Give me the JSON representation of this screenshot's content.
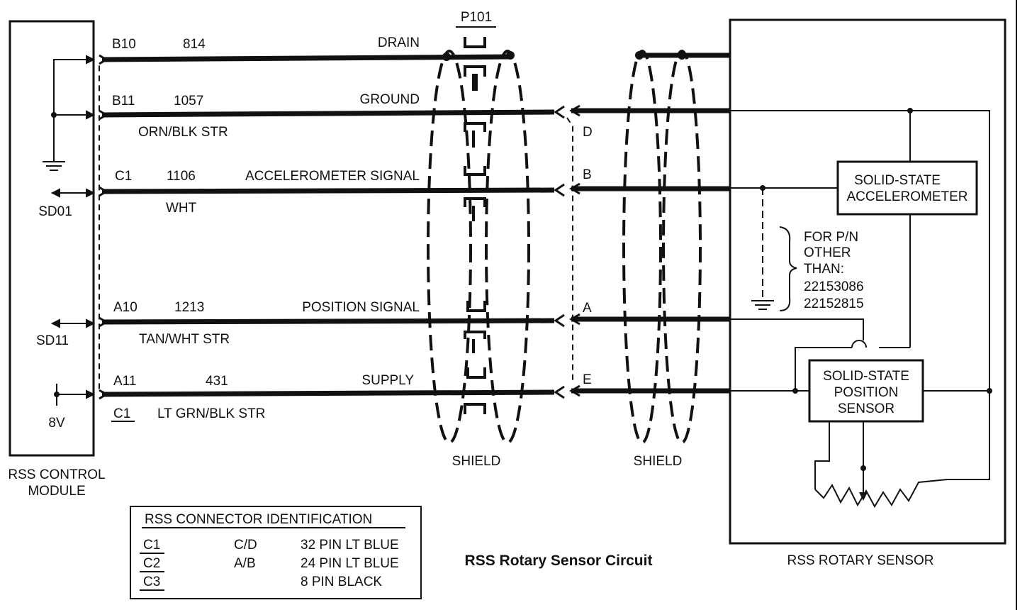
{
  "module_title_line1": "RSS CONTROL",
  "module_title_line2": "MODULE",
  "module_pins": [
    "SD01",
    "SD11",
    "8V"
  ],
  "connector_p101": "P101",
  "rotary_sensor_title": "RSS ROTARY SENSOR",
  "caption": "RSS Rotary Sensor Circuit",
  "circuits": [
    {
      "pin": "B10",
      "number": "814",
      "name": "DRAIN",
      "color": "",
      "sensor_pin": ""
    },
    {
      "pin": "B11",
      "number": "1057",
      "name": "GROUND",
      "color": "ORN/BLK STR",
      "sensor_pin": "D"
    },
    {
      "pin": "C1",
      "number": "1106",
      "name": "ACCELEROMETER SIGNAL",
      "color": "WHT",
      "sensor_pin": "B"
    },
    {
      "pin": "A10",
      "number": "1213",
      "name": "POSITION SIGNAL",
      "color": "TAN/WHT STR",
      "sensor_pin": "A"
    },
    {
      "pin": "A11",
      "number": "431",
      "name": "SUPPLY",
      "color": "LT GRN/BLK STR",
      "sensor_pin": "E"
    }
  ],
  "connector_ref_c1": "C1",
  "shield_labels": [
    "SHIELD",
    "SHIELD"
  ],
  "accelerometer_line1": "SOLID-STATE",
  "accelerometer_line2": "ACCELEROMETER",
  "position_sensor_line1": "SOLID-STATE",
  "position_sensor_line2": "POSITION",
  "position_sensor_line3": "SENSOR",
  "pn_note": [
    "FOR P/N",
    "OTHER",
    "THAN:",
    "22153086",
    "22152815"
  ],
  "connector_table": {
    "title": "RSS CONNECTOR IDENTIFICATION",
    "rows": [
      {
        "id": "C1",
        "pins": "C/D",
        "desc": "32 PIN LT BLUE"
      },
      {
        "id": "C2",
        "pins": "A/B",
        "desc": "24 PIN LT BLUE"
      },
      {
        "id": "C3",
        "pins": "",
        "desc": "8 PIN BLACK"
      }
    ]
  }
}
